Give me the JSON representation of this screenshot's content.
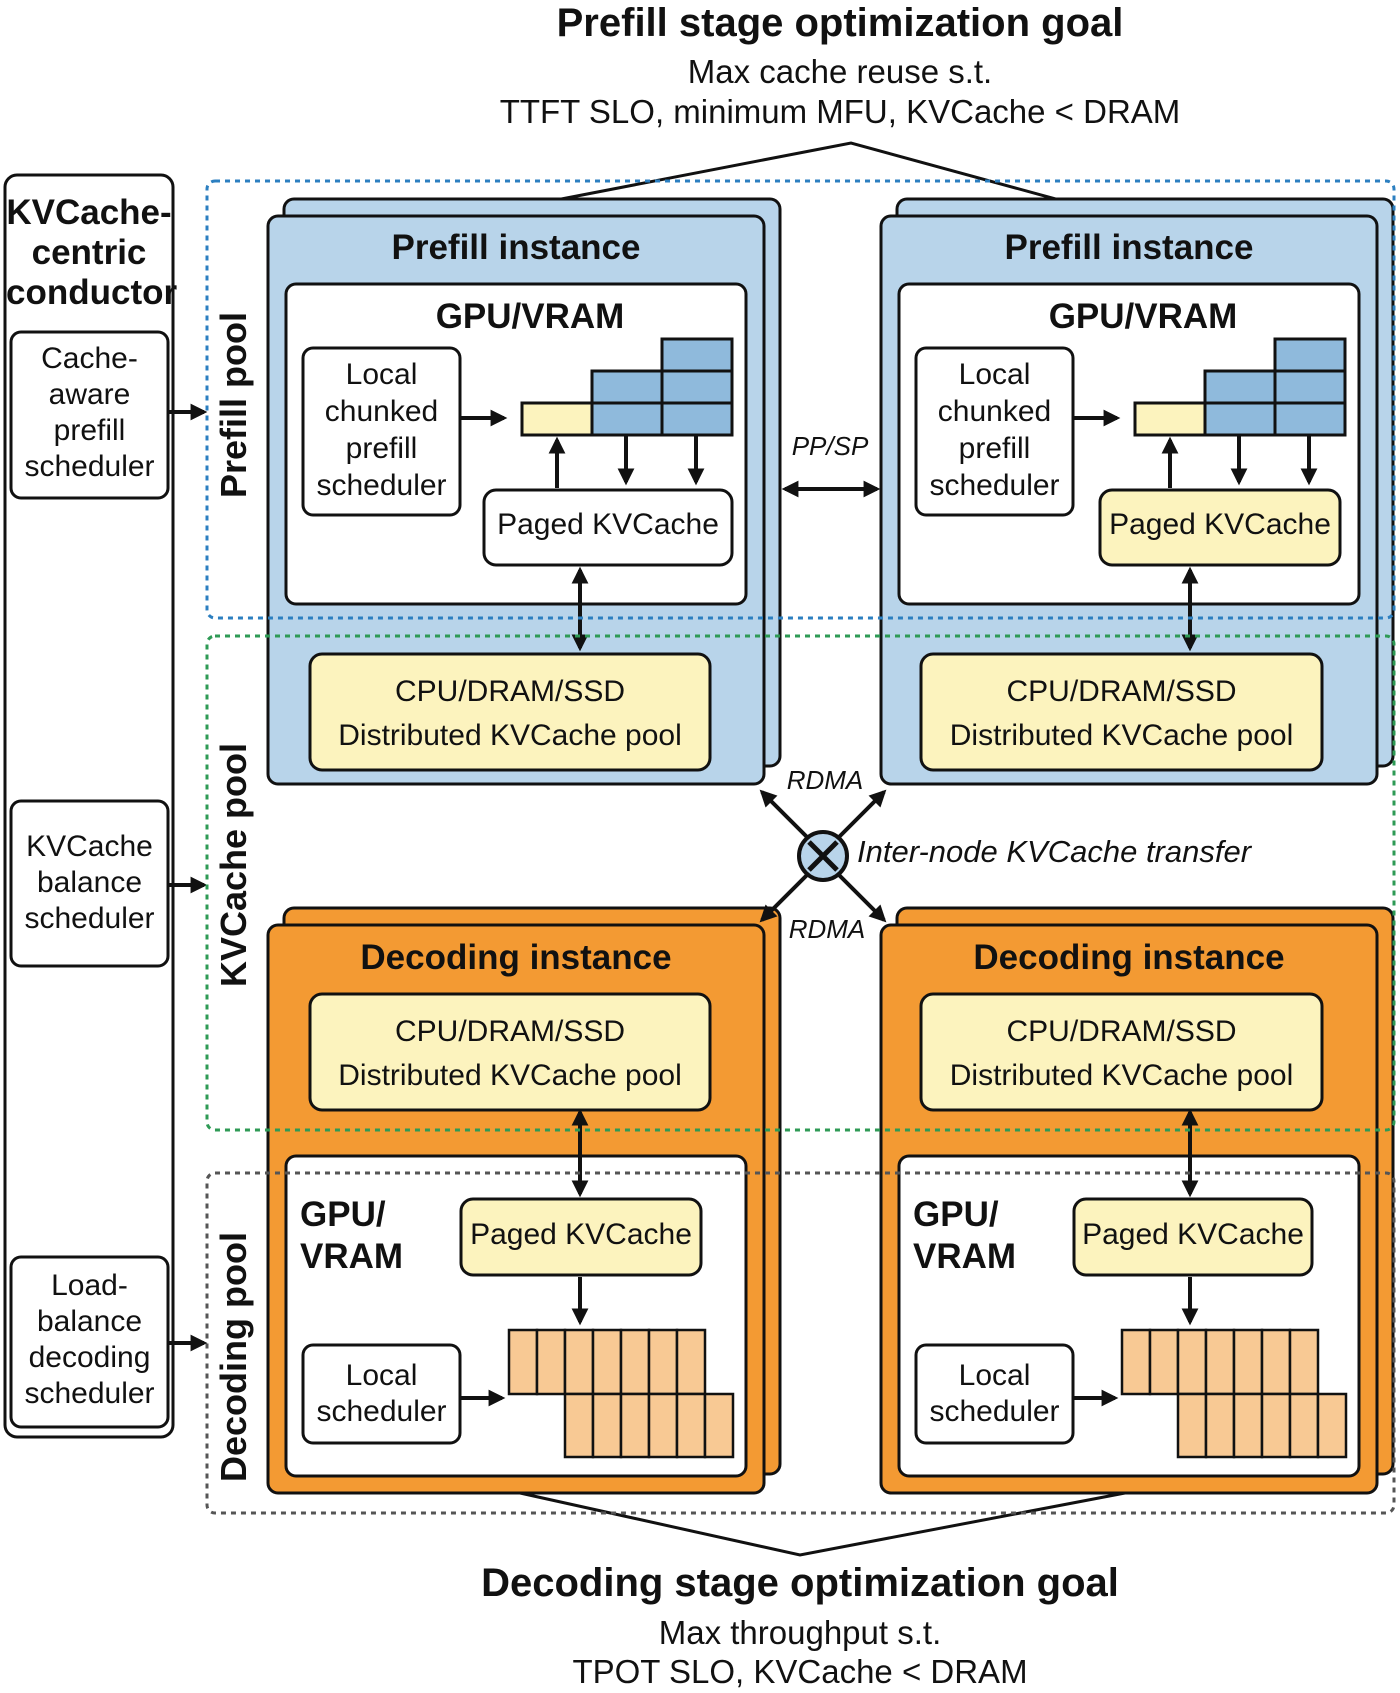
{
  "top_goal": {
    "title": "Prefill stage optimization goal",
    "line1": "Max cache reuse s.t.",
    "line2": "TTFT SLO, minimum MFU, KVCache < DRAM"
  },
  "bottom_goal": {
    "title": "Decoding stage optimization goal",
    "line1": "Max throughput s.t.",
    "line2": "TPOT SLO, KVCache < DRAM"
  },
  "conductor": {
    "title_lines": [
      "KVCache-",
      "centric",
      "conductor"
    ],
    "schedulers": [
      {
        "lines": [
          "Cache-",
          "aware",
          "prefill",
          "scheduler"
        ]
      },
      {
        "lines": [
          "KVCache",
          "balance",
          "scheduler"
        ]
      },
      {
        "lines": [
          "Load-",
          "balance",
          "decoding",
          "scheduler"
        ]
      }
    ]
  },
  "pools": {
    "prefill": "Prefill pool",
    "kvcache": "KVCache pool",
    "decoding": "Decoding pool"
  },
  "prefill_instances": [
    {
      "title": "Prefill instance",
      "gpu": "GPU/VRAM",
      "scheduler_lines": [
        "Local",
        "chunked",
        "prefill",
        "scheduler"
      ],
      "paged": "Paged KVCache",
      "pool_lines": [
        "CPU/DRAM/SSD",
        "Distributed KVCache pool"
      ]
    },
    {
      "title": "Prefill instance",
      "gpu": "GPU/VRAM",
      "scheduler_lines": [
        "Local",
        "chunked",
        "prefill",
        "scheduler"
      ],
      "paged": "Paged KVCache",
      "pool_lines": [
        "CPU/DRAM/SSD",
        "Distributed KVCache pool"
      ]
    }
  ],
  "decoding_instances": [
    {
      "title": "Decoding instance",
      "gpu_lines": [
        "GPU/",
        "VRAM"
      ],
      "paged": "Paged KVCache",
      "scheduler_lines": [
        "Local",
        "scheduler"
      ],
      "pool_lines": [
        "CPU/DRAM/SSD",
        "Distributed KVCache pool"
      ]
    },
    {
      "title": "Decoding instance",
      "gpu_lines": [
        "GPU/",
        "VRAM"
      ],
      "paged": "Paged KVCache",
      "scheduler_lines": [
        "Local",
        "scheduler"
      ],
      "pool_lines": [
        "CPU/DRAM/SSD",
        "Distributed KVCache pool"
      ]
    }
  ],
  "links": {
    "pp_sp": "PP/SP",
    "rdma_top": "RDMA",
    "rdma_bottom": "RDMA",
    "transfer": "Inter-node KVCache transfer"
  },
  "colors": {
    "prefill_fill": "#b8d4ea",
    "decoding_fill": "#f39a33",
    "cache_fill": "#fcf3be",
    "block_blue": "#8fbadc",
    "block_peach": "#f8c994",
    "prefill_pool_border": "#2c7fc0",
    "kvcache_pool_border": "#2e9a55",
    "decoding_pool_border": "#555555"
  }
}
